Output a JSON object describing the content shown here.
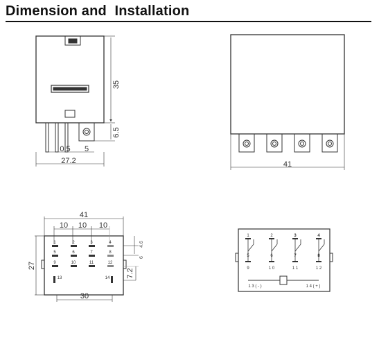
{
  "header": {
    "title": "Dimension and  Installation"
  },
  "front_view": {
    "height_body": "35",
    "height_pin": "6.5",
    "pin_thickness": "0.5",
    "pin_pitch": "5",
    "width": "27.2"
  },
  "side_view": {
    "width": "41"
  },
  "bottom_view": {
    "overall_width": "41",
    "pitch_1": "10",
    "pitch_2": "10",
    "pitch_3": "10",
    "height": "27",
    "dim_4_6": "4.6",
    "dim_6": "6",
    "dim_7_2": "7.2",
    "bottom_width": "30",
    "pin_labels": [
      "1",
      "2",
      "3",
      "4",
      "5",
      "6",
      "7",
      "8",
      "9",
      "10",
      "11",
      "12",
      "13",
      "14"
    ]
  },
  "schematic": {
    "terminals_top": [
      "1",
      "2",
      "3",
      "4"
    ],
    "terminals_mid": [
      "5",
      "6",
      "7",
      "8"
    ],
    "terminals_bottom": [
      "9",
      "1 0",
      "1 1",
      "1 2"
    ],
    "coil_left": "1 3 ( - )",
    "coil_right": "1 4 ( + )"
  }
}
